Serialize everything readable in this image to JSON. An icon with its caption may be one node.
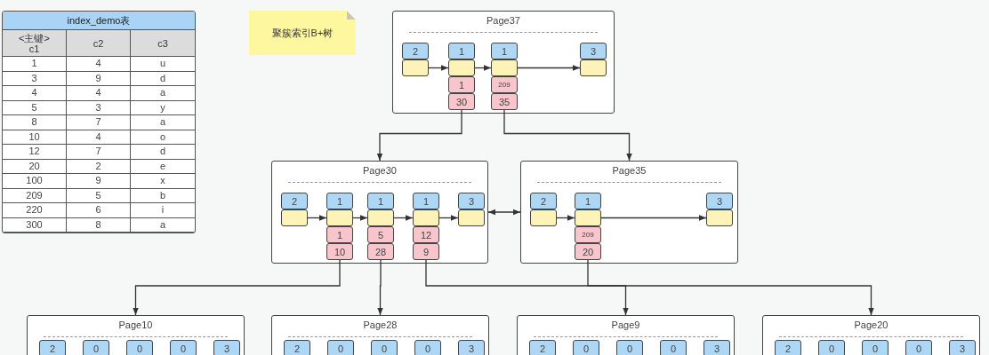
{
  "diagram": {
    "nodes": [
      {
        "text": [
          "聚簇索引B+树"
        ]
      },
      {
        "text": [
          "Page37"
        ]
      },
      {
        "text": [
          "2"
        ],
        "in": 1
      },
      {
        "text": [
          "1",
          "1",
          "30"
        ],
        "in": 1
      },
      {
        "text": [
          "1",
          "209",
          "35"
        ],
        "in": 1
      },
      {
        "text": [
          "3"
        ],
        "in": 1
      },
      {
        "text": [
          "Page30"
        ]
      },
      {
        "text": [
          "2"
        ],
        "in": 6
      },
      {
        "text": [
          "1",
          "1",
          "10"
        ],
        "in": 6
      },
      {
        "text": [
          "1",
          "5",
          "28"
        ],
        "in": 6
      },
      {
        "text": [
          "1",
          "12",
          "9"
        ],
        "in": 6
      },
      {
        "text": [
          "3"
        ],
        "in": 6
      },
      {
        "text": [
          "Page35"
        ]
      },
      {
        "text": [
          "2"
        ],
        "in": 12
      },
      {
        "text": [
          "1",
          "209",
          "20"
        ],
        "in": 12
      },
      {
        "text": [
          "3"
        ],
        "in": 12
      },
      {
        "text": [
          "Page10"
        ]
      },
      {
        "text": [
          "2"
        ],
        "in": 16
      },
      {
        "text": [
          "0"
        ],
        "in": 16
      },
      {
        "text": [
          "0"
        ],
        "in": 16
      },
      {
        "text": [
          "0"
        ],
        "in": 16
      },
      {
        "text": [
          "3"
        ],
        "in": 16
      },
      {
        "text": [
          "Page28"
        ]
      },
      {
        "text": [
          "2"
        ],
        "in": 22
      },
      {
        "text": [
          "0"
        ],
        "in": 22
      },
      {
        "text": [
          "0"
        ],
        "in": 22
      },
      {
        "text": [
          "0"
        ],
        "in": 22
      },
      {
        "text": [
          "3"
        ],
        "in": 22
      },
      {
        "text": [
          "Page9"
        ]
      },
      {
        "text": [
          "2"
        ],
        "in": 28
      },
      {
        "text": [
          "0"
        ],
        "in": 28
      },
      {
        "text": [
          "0"
        ],
        "in": 28
      },
      {
        "text": [
          "0"
        ],
        "in": 28
      },
      {
        "text": [
          "3"
        ],
        "in": 28
      },
      {
        "text": [
          "Page20"
        ]
      },
      {
        "text": [
          "2"
        ],
        "in": 34
      },
      {
        "text": [
          "0"
        ],
        "in": 34
      },
      {
        "text": [
          "0"
        ],
        "in": 34
      },
      {
        "text": [
          "0"
        ],
        "in": 34
      },
      {
        "text": [
          "3"
        ],
        "in": 34
      }
    ],
    "edges": [
      {
        "from": 2,
        "to": 3,
        "arrow": "to"
      },
      {
        "from": 3,
        "to": 4,
        "arrow": "to"
      },
      {
        "from": 4,
        "to": 5,
        "arrow": "to"
      },
      {
        "from": 3,
        "to": 6,
        "arrow": "to"
      },
      {
        "from": 4,
        "to": 12,
        "arrow": "to"
      },
      {
        "from": 7,
        "to": 8,
        "arrow": "to"
      },
      {
        "from": 8,
        "to": 9,
        "arrow": "to"
      },
      {
        "from": 9,
        "to": 10,
        "arrow": "to"
      },
      {
        "from": 10,
        "to": 11,
        "arrow": "to"
      },
      {
        "from": 6,
        "to": 12,
        "arrow": "both"
      },
      {
        "from": 13,
        "to": 14,
        "arrow": "to"
      },
      {
        "from": 14,
        "to": 15,
        "arrow": "to"
      },
      {
        "from": 8,
        "to": 16,
        "arrow": "to"
      },
      {
        "from": 9,
        "to": 22,
        "arrow": "to"
      },
      {
        "from": 10,
        "to": 28,
        "arrow": "to"
      },
      {
        "from": 14,
        "to": 34,
        "arrow": "to"
      }
    ],
    "labels": [
      "index_demo表",
      "<主键> c1",
      "c2",
      "c3",
      "1",
      "4",
      "u",
      "3",
      "9",
      "d",
      "4",
      "4",
      "a",
      "5",
      "3",
      "y",
      "8",
      "7",
      "a",
      "10",
      "4",
      "o",
      "12",
      "7",
      "d",
      "20",
      "2",
      "e",
      "100",
      "9",
      "x",
      "209",
      "5",
      "b",
      "220",
      "6",
      "i",
      "300",
      "8",
      "a"
    ]
  }
}
